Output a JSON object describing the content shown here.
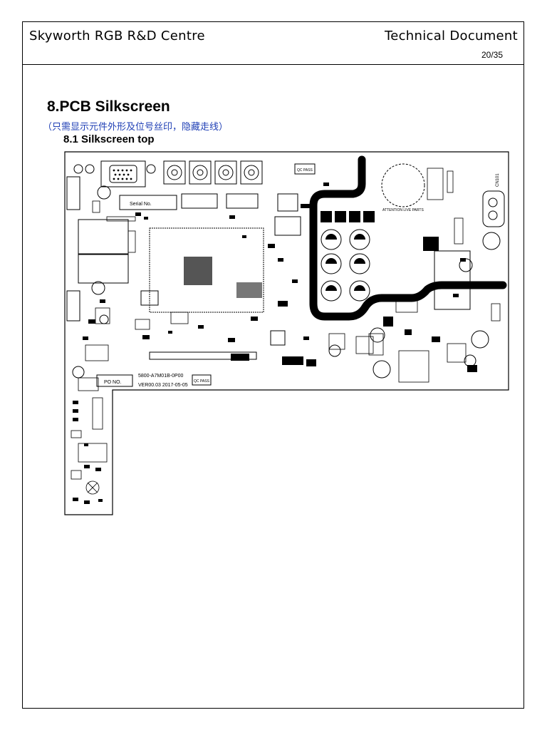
{
  "header": {
    "left_title": "Skyworth RGB R&D Centre",
    "right_title": "Technical Document",
    "page_number": "20/35"
  },
  "section": {
    "heading": "8.PCB Silkscreen",
    "note": "（只需显示元件外形及位号丝印，隐藏走线）",
    "subheading": "8.1 Silkscreen top"
  },
  "pcb_labels": {
    "serial": "Serial No.",
    "qc_pass_top": "QC PASS",
    "qc_pass_bottom": "QC PASS",
    "po_no": "PO NO.",
    "board_part": "5800-A7M01B-0P00",
    "board_version": "VER00.03 2017-05-05",
    "attention": "ATTENTION LIVE PARTS",
    "cn101": "CN101"
  }
}
